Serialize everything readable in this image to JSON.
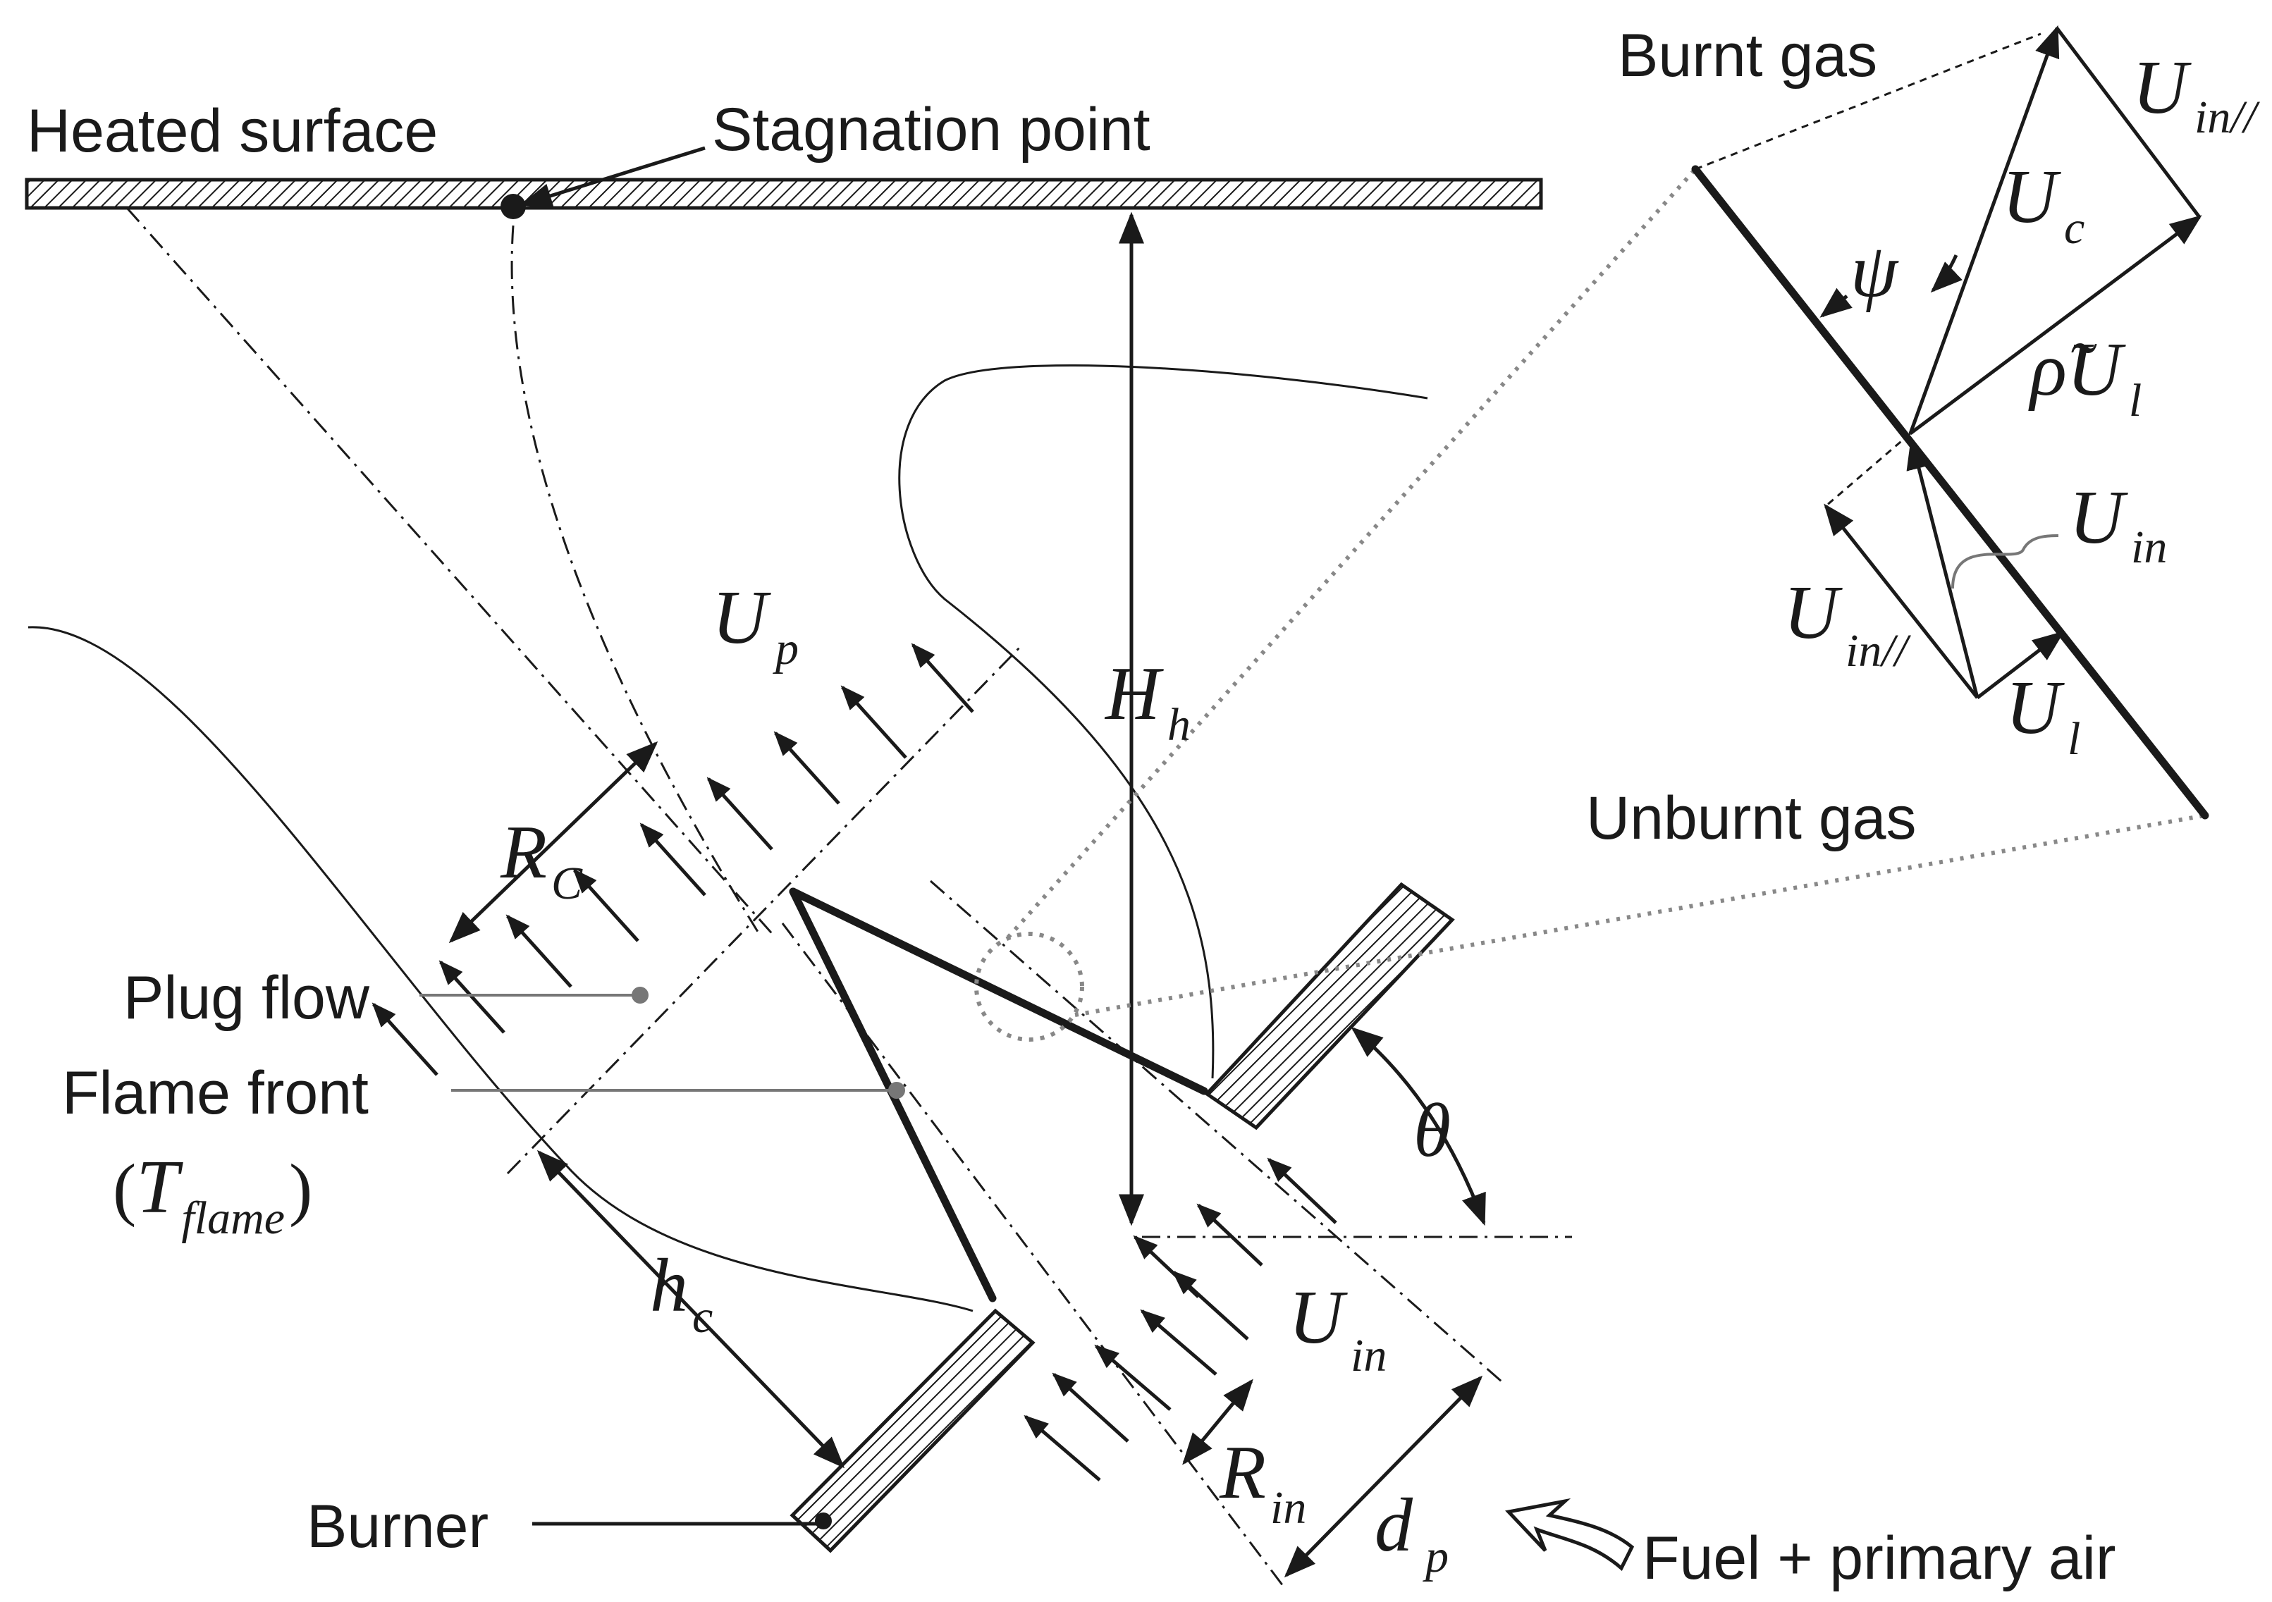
{
  "labels": {
    "heated_surface": "Heated surface",
    "stagnation_point": "Stagnation point",
    "burnt_gas": "Burnt gas",
    "unburnt_gas": "Unburnt gas",
    "plug_flow": "Plug flow",
    "flame_front": "Flame front",
    "burner": "Burner",
    "fuel_primary_air": "Fuel + primary air"
  },
  "symbols": {
    "U_p": {
      "main": "U",
      "sub": "p"
    },
    "H_h": {
      "main": "H",
      "sub": "h"
    },
    "R_C": {
      "main": "R",
      "sub": "C"
    },
    "h_c": {
      "main": "h",
      "sub": "c"
    },
    "U_in": {
      "main": "U",
      "sub": "in"
    },
    "R_in": {
      "main": "R",
      "sub": "in"
    },
    "d_p": {
      "main": "d",
      "sub": "p"
    },
    "theta": {
      "main": "θ"
    },
    "T_flame": {
      "open": "(",
      "main": "T",
      "sub": "flame",
      "close": ")"
    },
    "psi": {
      "main": "ψ"
    },
    "U_c": {
      "main": "U",
      "sub": "c"
    },
    "U_in_par_top": {
      "main": "U",
      "sub": "in//"
    },
    "rho_U_l": {
      "main": "ρ̃U",
      "sub": "l"
    },
    "U_in_inset": {
      "main": "U",
      "sub": "in"
    },
    "U_in_par_bottom": {
      "main": "U",
      "sub": "in//"
    },
    "U_l": {
      "main": "U",
      "sub": "l"
    }
  },
  "colors": {
    "ink": "#1a1a1a",
    "gray": "#777777",
    "dotted": "#888888"
  }
}
